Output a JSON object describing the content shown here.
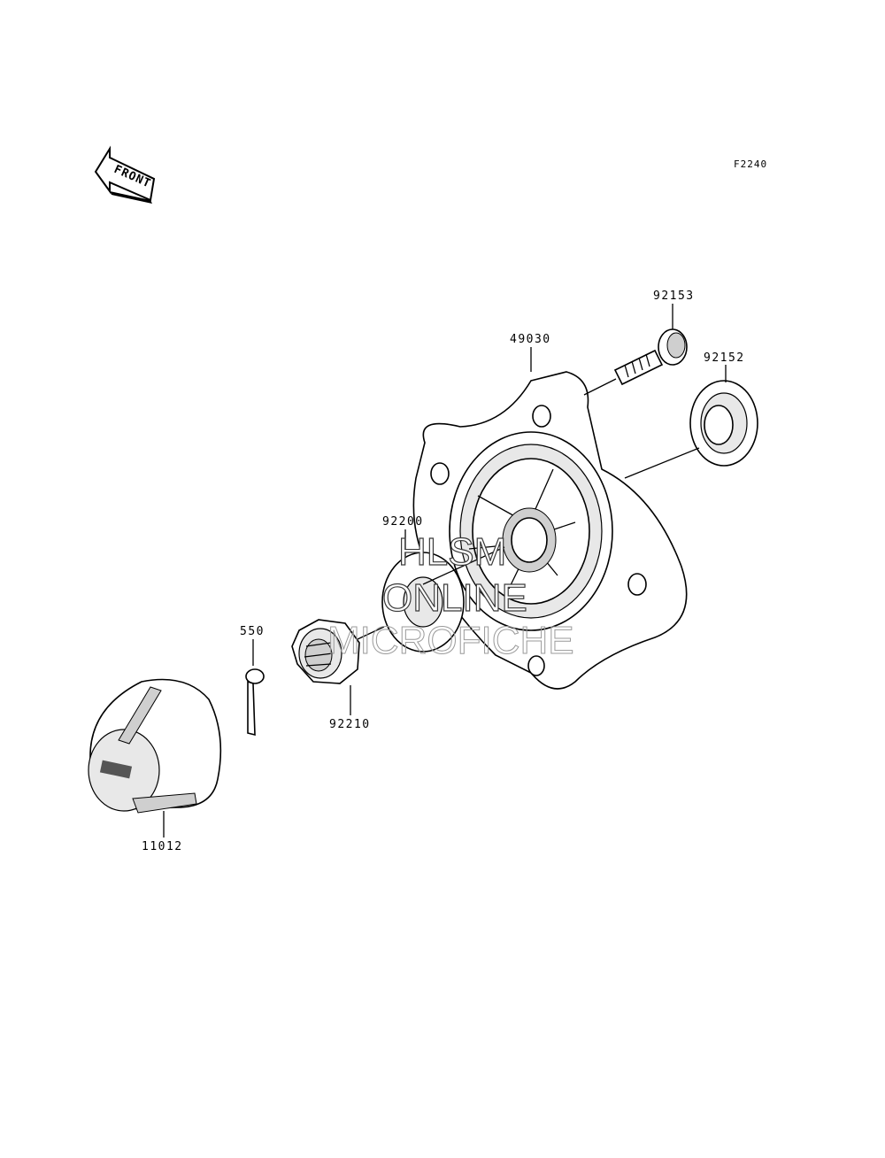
{
  "figure_code": "F2240",
  "front_arrow": {
    "text": "FRONT"
  },
  "parts": [
    {
      "id": "hub",
      "number": "49030"
    },
    {
      "id": "stud",
      "number": "92153"
    },
    {
      "id": "seal",
      "number": "92152"
    },
    {
      "id": "washer",
      "number": "92200"
    },
    {
      "id": "nut",
      "number": "92210"
    },
    {
      "id": "cotter-pin",
      "number": "550"
    },
    {
      "id": "cap",
      "number": "11012"
    }
  ],
  "watermark": {
    "line1": "HLSM",
    "line2": "ONLINE",
    "line3": "MICROFICHE"
  },
  "colors": {
    "line": "#000000",
    "background": "#ffffff",
    "watermark": "#9a9a9a"
  }
}
